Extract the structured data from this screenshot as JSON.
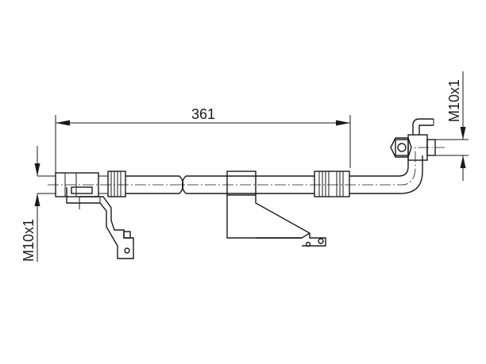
{
  "dimensions": {
    "length": "361",
    "thread_left": "M10x1",
    "thread_right": "M10x1"
  }
}
